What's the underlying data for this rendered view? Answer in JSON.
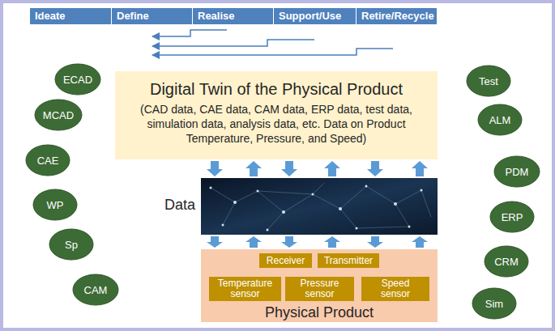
{
  "diagram": {
    "nodes": [
      {
        "text": [
          "Ideate"
        ]
      },
      {
        "text": [
          "Define"
        ]
      },
      {
        "text": [
          "Realise"
        ]
      },
      {
        "text": [
          "Support/Use"
        ]
      },
      {
        "text": [
          "Retire/Recycle"
        ]
      },
      {
        "text": [
          "ECAD"
        ]
      },
      {
        "text": [
          "MCAD"
        ]
      },
      {
        "text": [
          "CAE"
        ]
      },
      {
        "text": [
          "WP"
        ]
      },
      {
        "text": [
          "Sp"
        ]
      },
      {
        "text": [
          "CAM"
        ]
      },
      {
        "text": [
          "Digital Twin of the Physical Product",
          "(CAD data, CAE data, CAM data, ERP data, test data, simulation data, analysis data, etc. Data on Product Temperature, Pressure, and Speed)"
        ]
      },
      {
        "text": [
          "Data"
        ]
      },
      {
        "text": [
          "Physical Product"
        ]
      },
      {
        "text": [
          "Receiver"
        ],
        "in": 13
      },
      {
        "text": [
          "Transmitter"
        ],
        "in": 13
      },
      {
        "text": [
          "Temperature sensor"
        ],
        "in": 13
      },
      {
        "text": [
          "Pressure sensor"
        ],
        "in": 13
      },
      {
        "text": [
          "Speed sensor"
        ],
        "in": 13
      },
      {
        "text": [
          "Test"
        ]
      },
      {
        "text": [
          "ALM"
        ]
      },
      {
        "text": [
          "PDM"
        ]
      },
      {
        "text": [
          "ERP"
        ]
      },
      {
        "text": [
          "CRM"
        ]
      },
      {
        "text": [
          "Sim"
        ]
      }
    ],
    "edges": [
      {
        "from": 11,
        "to": 12,
        "arrow": "to"
      },
      {
        "from": 12,
        "to": 11,
        "arrow": "to"
      },
      {
        "from": 11,
        "to": 12,
        "arrow": "to"
      },
      {
        "from": 12,
        "to": 11,
        "arrow": "to"
      },
      {
        "from": 11,
        "to": 12,
        "arrow": "to"
      },
      {
        "from": 12,
        "to": 11,
        "arrow": "to"
      },
      {
        "from": 12,
        "to": 13,
        "arrow": "to"
      },
      {
        "from": 13,
        "to": 12,
        "arrow": "to"
      },
      {
        "from": 12,
        "to": 13,
        "arrow": "to"
      },
      {
        "from": 13,
        "to": 12,
        "arrow": "to"
      },
      {
        "from": 12,
        "to": 13,
        "arrow": "to"
      },
      {
        "from": 13,
        "to": 12,
        "arrow": "to"
      }
    ]
  }
}
